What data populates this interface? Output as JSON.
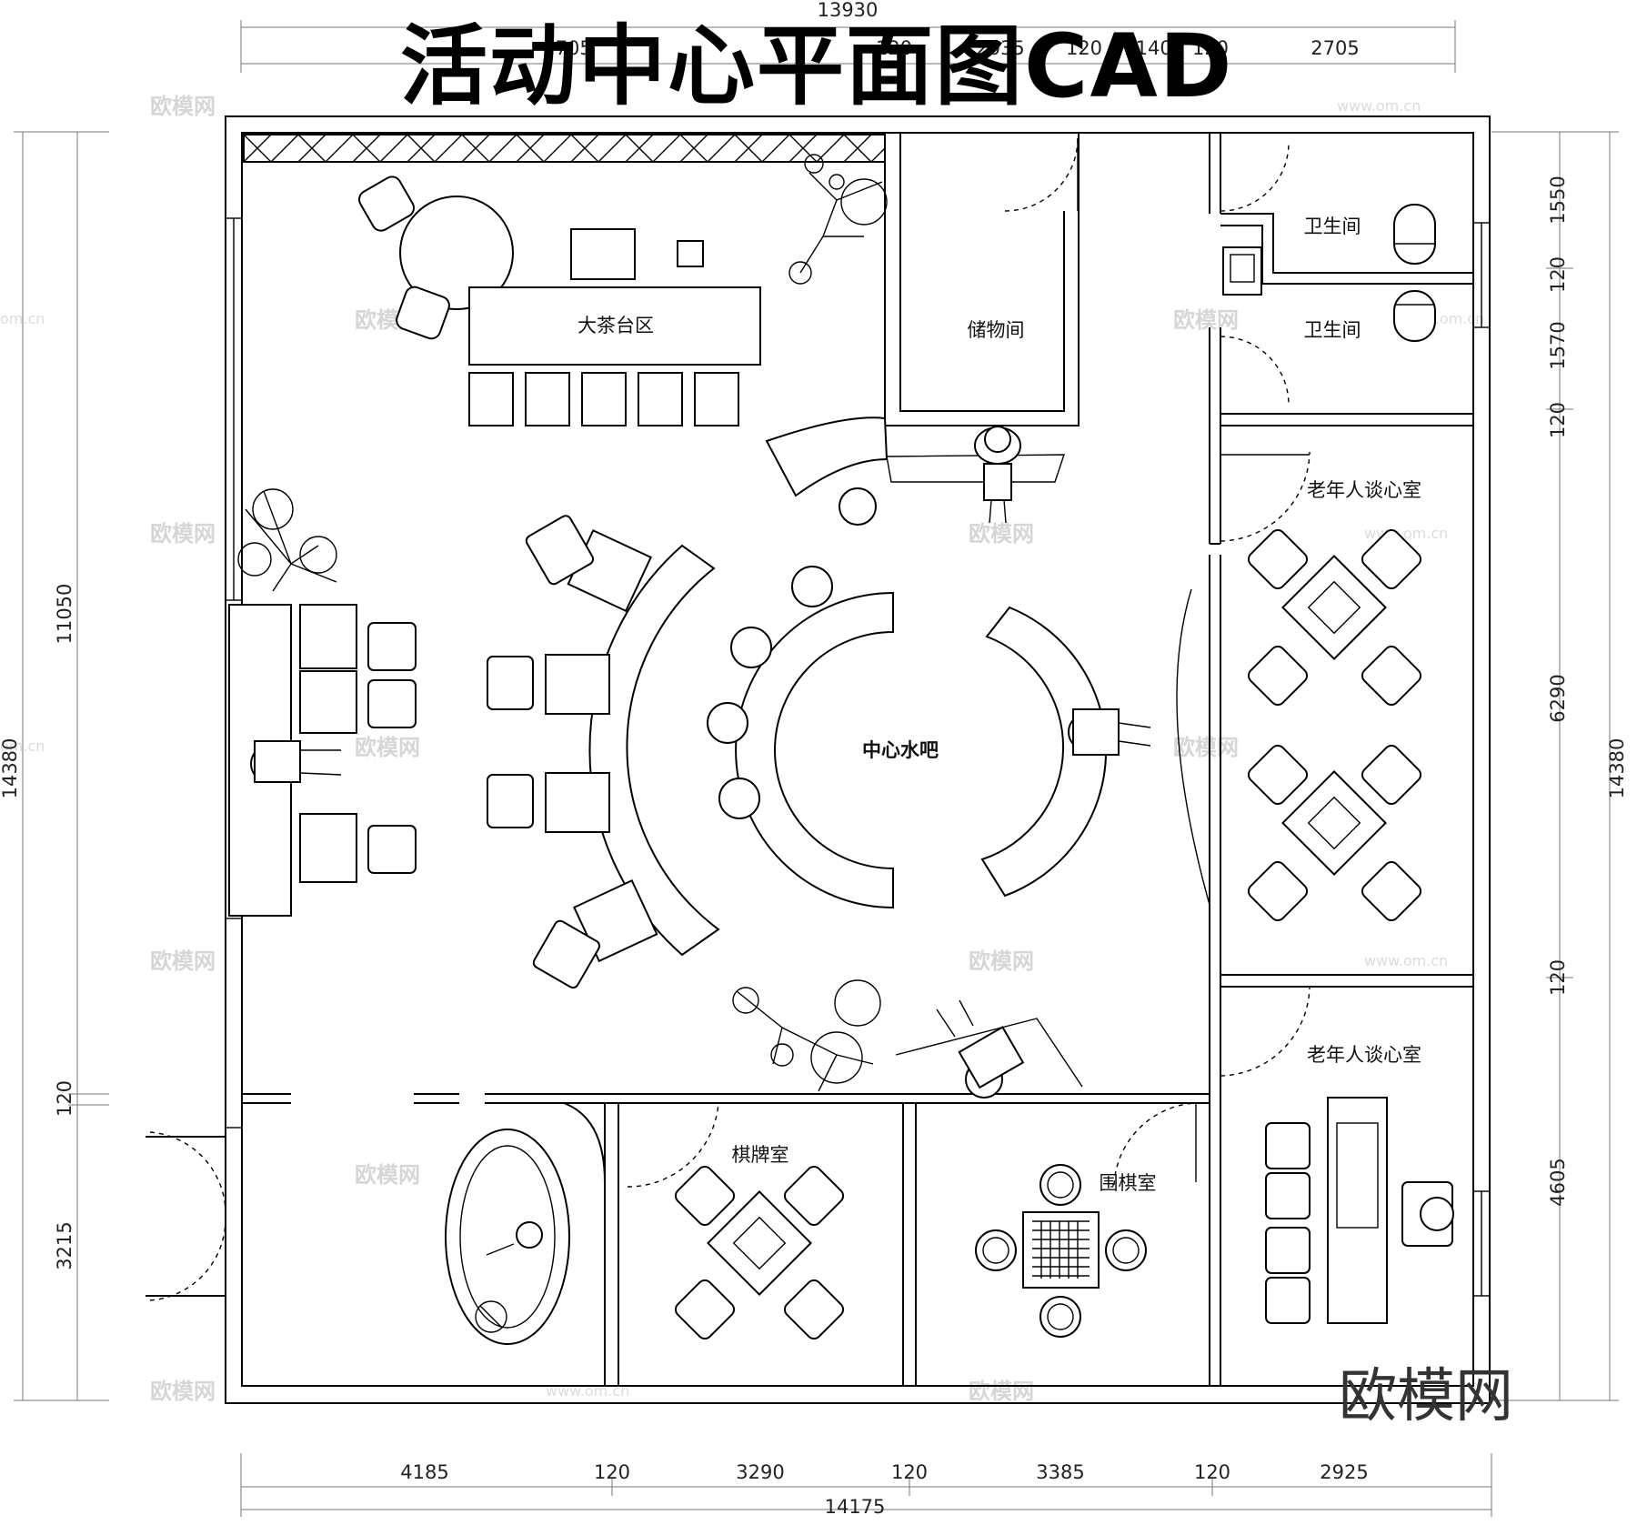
{
  "title": "活动中心平面图CAD",
  "brand_text": "欧模网",
  "watermark": {
    "text": "欧模网",
    "url": "www.om.cn",
    "url_short": "om.cn"
  },
  "rooms": {
    "tea_area": "大茶台区",
    "storage": "储物间",
    "restroom_1": "卫生间",
    "restroom_2": "卫生间",
    "elder_room_1": "老年人谈心室",
    "elder_room_2": "老年人谈心室",
    "water_bar": "中心水吧",
    "chess_room": "棋牌室",
    "go_room": "围棋室"
  },
  "dimensions": {
    "top_total": "13930",
    "top": [
      "7705",
      "120",
      "2035",
      "120",
      "1140",
      "120",
      "2705"
    ],
    "bottom_total": "14175",
    "bottom": [
      "4185",
      "120",
      "3290",
      "120",
      "3385",
      "120",
      "2925"
    ],
    "left_total": "14380",
    "left": [
      "11050",
      "120",
      "3215"
    ],
    "right_total": "14380",
    "right": [
      "1550",
      "120",
      "1570",
      "120",
      "6290",
      "120",
      "4605"
    ]
  }
}
